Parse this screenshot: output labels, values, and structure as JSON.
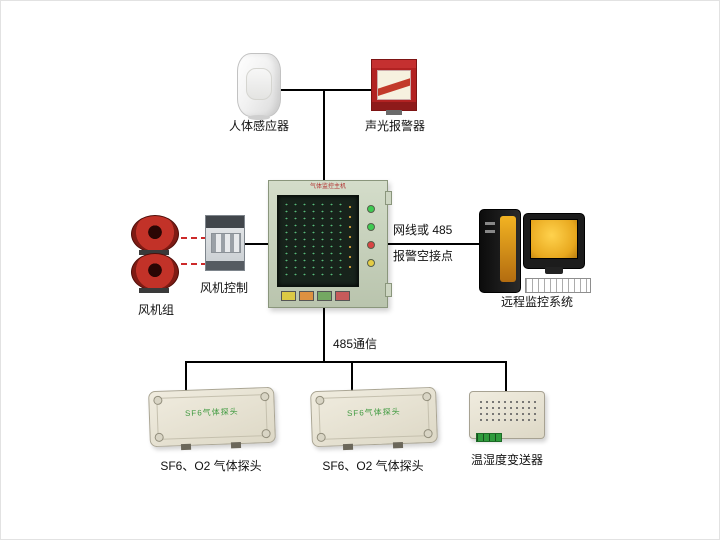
{
  "nodes": {
    "pir": {
      "label": "人体感应器"
    },
    "alarm": {
      "label": "声光报警器"
    },
    "panel": {
      "title": "气体监控主机"
    },
    "fan_group": {
      "label": "风机组"
    },
    "fan_control": {
      "label": "风机控制"
    },
    "uplink": {
      "line1": "网线或 485",
      "line2": "报警空接点"
    },
    "remote": {
      "label": "远程监控系统"
    },
    "bus": {
      "label": "485通信"
    },
    "probe1": {
      "label": "SF6、O2 气体探头",
      "panel_text": "SF6气体探头"
    },
    "probe2": {
      "label": "SF6、O2 气体探头",
      "panel_text": "SF6气体探头"
    },
    "transmitter": {
      "label": "温湿度变送器"
    }
  },
  "colors": {
    "line": "#000000",
    "dashed_link": "#cc2a2a",
    "alarm_red": "#b22222",
    "panel_green": "#c7d1bd",
    "screen_dark": "#17231b",
    "probe_beige": "#e7e3d5",
    "monitor_screen": "#f0b929",
    "probe_text_green": "#3f9a3f"
  }
}
